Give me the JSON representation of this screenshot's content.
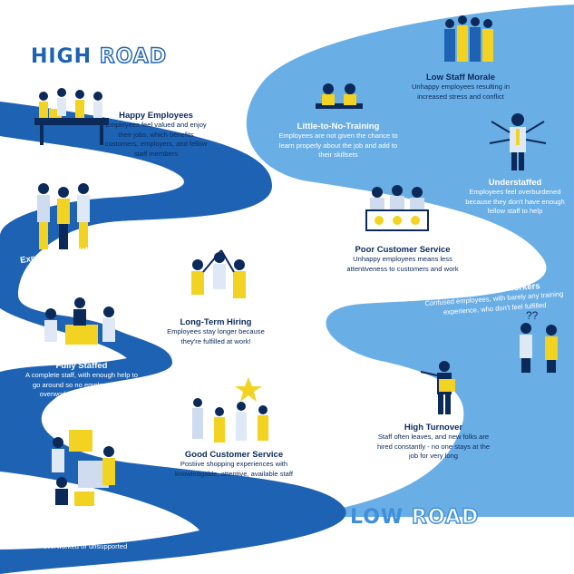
{
  "titles": {
    "high_1": "HIGH",
    "high_2": "ROAD",
    "low_1": "LOW",
    "low_2": "ROAD"
  },
  "high_road": {
    "happy": {
      "title": "Happy Employees",
      "body": "Employees feel valued and enjoy their jobs, which benefits customers, employers, and fellow staff members"
    },
    "veteran": {
      "title": "Experienced, Veteran Workers"
    },
    "hiring": {
      "title": "Long-Term Hiring",
      "body": "Employees stay longer because they're fulfilled at work!"
    },
    "staffed": {
      "title": "Fully Staffed",
      "body": "A complete staff, with enough help to go around so no employee feels overworked or unsupported"
    },
    "service": {
      "title": "Good Customer Service",
      "body": "Postiive shopping experiences with knowledgable, attentive, available staff"
    },
    "education": {
      "title": "Strong Education and Training",
      "body": "A complete staff, with enough help to go around so no employee feels overworked or unsupported"
    }
  },
  "low_road": {
    "morale": {
      "title": "Low Staff Morale",
      "body": "Unhappy employees resulting in increased stress and conflict"
    },
    "training": {
      "title": "Little-to-No-Training",
      "body": "Employees are not given the chance to learn properly about the job and add to their skillsets"
    },
    "understaffed": {
      "title": "Understaffed",
      "body": "Employees feel overburdened because they don't have enough fellow staff to help"
    },
    "poor_service": {
      "title": "Poor Customer Service",
      "body": "Unhappy employees means less attentiveness to customers and work"
    },
    "inexperienced": {
      "title": "Inexperienced workers",
      "body": "Confused employees, with barely any training experience, who don't feel fulfilled"
    },
    "turnover": {
      "title": "High Turnover",
      "body": "Staff often leaves, and new folks are hired constantly - no one stays at the job for very long"
    }
  },
  "colors": {
    "high_road": "#1e63b3",
    "low_road": "#6aaee6",
    "text_dark": "#0b2a5a",
    "accent_yellow": "#f3d321"
  }
}
